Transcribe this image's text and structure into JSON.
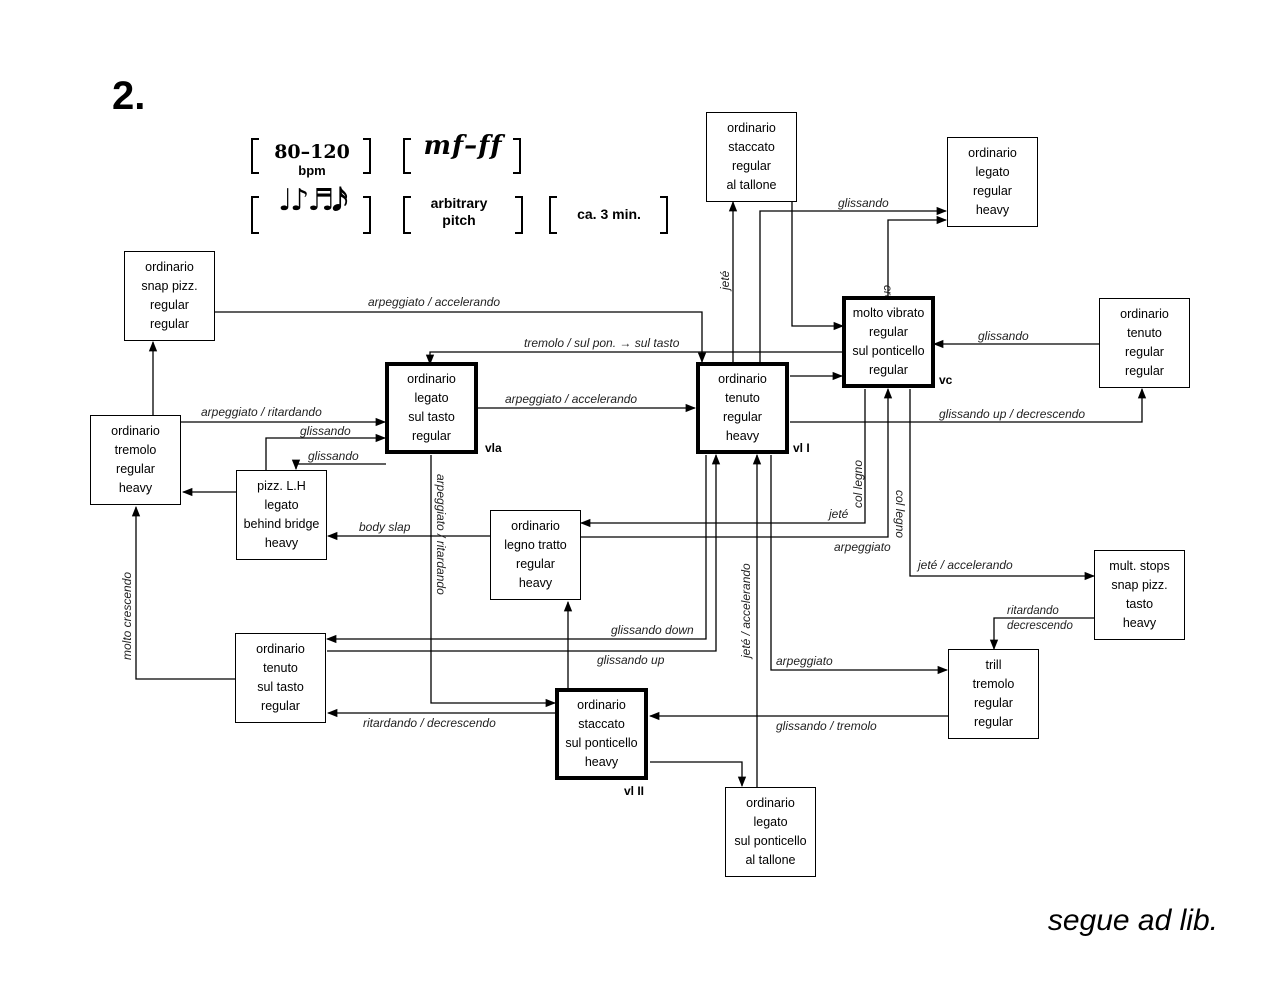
{
  "section_number": "2.",
  "parameters": {
    "tempo_value": "80–120",
    "tempo_unit": "bpm",
    "dynamics": "mf–ff",
    "note_values": "♩♪♬𝅘𝅥𝅯",
    "pitch": "arbitrary pitch",
    "duration": "ca. 3 min."
  },
  "nodes": {
    "n1": [
      "ordinario",
      "staccato",
      "regular",
      "al tallone"
    ],
    "n2": [
      "ordinario",
      "legato",
      "regular",
      "heavy"
    ],
    "n3": [
      "ordinario",
      "snap pizz.",
      "regular",
      "regular"
    ],
    "n4": [
      "molto vibrato",
      "regular",
      "sul ponticello",
      "regular"
    ],
    "n5": [
      "ordinario",
      "tenuto",
      "regular",
      "regular"
    ],
    "n6": [
      "ordinario",
      "legato",
      "sul tasto",
      "regular"
    ],
    "n7": [
      "ordinario",
      "tenuto",
      "regular",
      "heavy"
    ],
    "n8": [
      "ordinario",
      "tremolo",
      "regular",
      "heavy"
    ],
    "n9": [
      "pizz. L.H",
      "legato",
      "behind bridge",
      "heavy"
    ],
    "n10": [
      "ordinario",
      "legno tratto",
      "regular",
      "heavy"
    ],
    "n11": [
      "mult. stops",
      "snap pizz.",
      "tasto",
      "heavy"
    ],
    "n12": [
      "ordinario",
      "tenuto",
      "sul tasto",
      "regular"
    ],
    "n13": [
      "trill",
      "tremolo",
      "regular",
      "regular"
    ],
    "n14": [
      "ordinario",
      "staccato",
      "sul ponticello",
      "heavy"
    ],
    "n15": [
      "ordinario",
      "legato",
      "sul ponticello",
      "al tallone"
    ]
  },
  "instruments": {
    "vla": "vla",
    "vl1": "vl I",
    "vc": "vc",
    "vl2": "vl II"
  },
  "edge_labels": {
    "jete_top": "jeté",
    "glissando_top": "glissando",
    "crescendo": "crescendo",
    "arp_accel_top": "arpeggiato / accelerando",
    "glissando_right": "glissando",
    "tremolo_sulpon": "tremolo / sul pon. → sul tasto",
    "arp_rit": "arpeggiato / ritardando",
    "arp_accel_mid": "arpeggiato / accelerando",
    "glissando_up_decresc": "glissando up / decrescendo",
    "glissando_a": "glissando",
    "glissando_b": "glissando",
    "col_legno_a": "col legno",
    "col_legno_b": "col legno",
    "jete_mid": "jeté",
    "body_slap": "body slap",
    "arp_rit_vert": "arpeggiato / ritardando",
    "arpeggiato_mid": "arpeggiato",
    "jete_accel_right": "jeté / accelerando",
    "molto_crescendo": "molto crescendo",
    "rit_decresc_right": "ritardando decrescendo",
    "glissando_down": "glissando down",
    "glissando_up": "glissando up",
    "jete_accel_vert": "jeté / accelerando",
    "arpeggiato_low": "arpeggiato",
    "rit_decresc_low": "ritardando / decrescendo",
    "glissando_tremolo": "glissando / tremolo"
  },
  "footer": "segue ad lib."
}
